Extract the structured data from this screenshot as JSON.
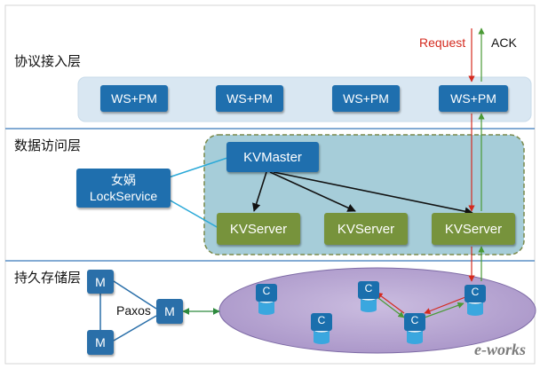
{
  "layers": {
    "protocol": "协议接入层",
    "data_access": "数据访问层",
    "persistence": "持久存储层"
  },
  "ws_pm_nodes": [
    "WS+PM",
    "WS+PM",
    "WS+PM",
    "WS+PM"
  ],
  "kv_master": "KVMaster",
  "kv_servers": [
    "KVServer",
    "KVServer",
    "KVServer"
  ],
  "lock_service": {
    "line1": "女娲",
    "line2": "LockService"
  },
  "request_label": "Request",
  "ack_label": "ACK",
  "paxos": {
    "label": "Paxos",
    "nodes": [
      "M",
      "M",
      "M"
    ]
  },
  "storage_nodes": [
    "C",
    "C",
    "C",
    "C",
    "C"
  ],
  "watermark": "e-works",
  "colors": {
    "node_blue": "#1f6fae",
    "kv_green": "#77933c",
    "request_red": "#d42a1f",
    "ack_green": "#4a9a35",
    "storage_purple": "#b8a6cf"
  }
}
